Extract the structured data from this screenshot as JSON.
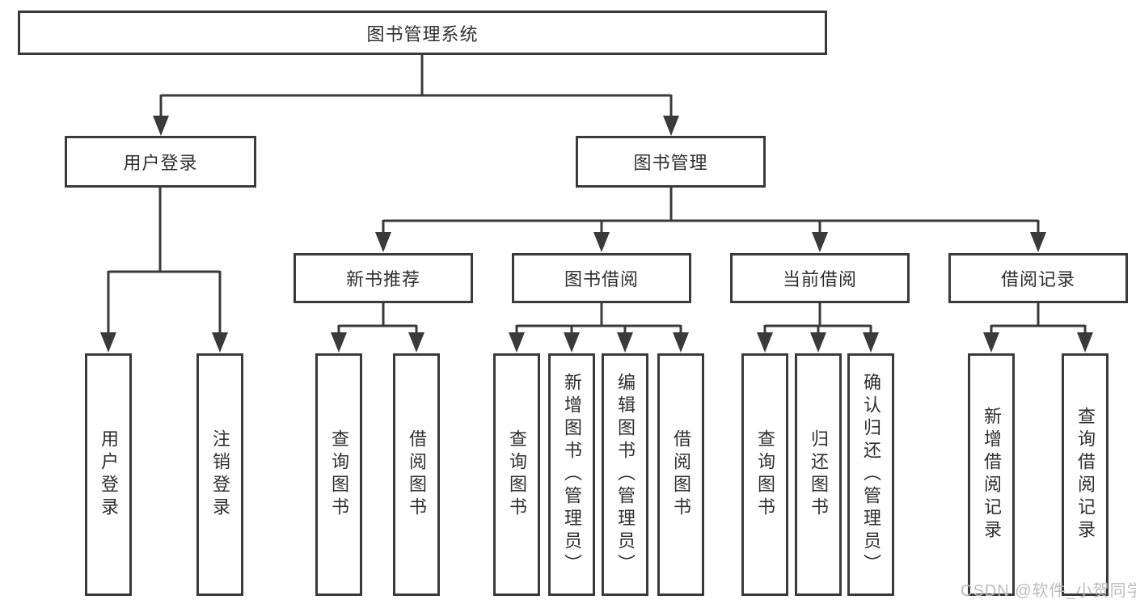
{
  "diagram": {
    "root": "图书管理系统",
    "level2": {
      "login": "用户登录",
      "mgmt": "图书管理"
    },
    "level3": [
      "新书推荐",
      "图书借阅",
      "当前借阅",
      "借阅记录"
    ],
    "leaves": {
      "login": [
        "用户登录",
        "注销登录"
      ],
      "recommend": [
        "查询图书",
        "借阅图书"
      ],
      "borrow": [
        "查询图书",
        "新增图书（管理员）",
        "编辑图书（管理员）",
        "借阅图书"
      ],
      "current": [
        "查询图书",
        "归还图书",
        "确认归还（管理员）"
      ],
      "record": [
        "新增借阅记录",
        "查询借阅记录"
      ]
    }
  },
  "watermark": "CSDN @软件_小贺同学",
  "colors": {
    "line": "#3a3a3a",
    "text": "#2f2f2f",
    "watermark": "#bcbcbc",
    "background": "#ffffff"
  }
}
